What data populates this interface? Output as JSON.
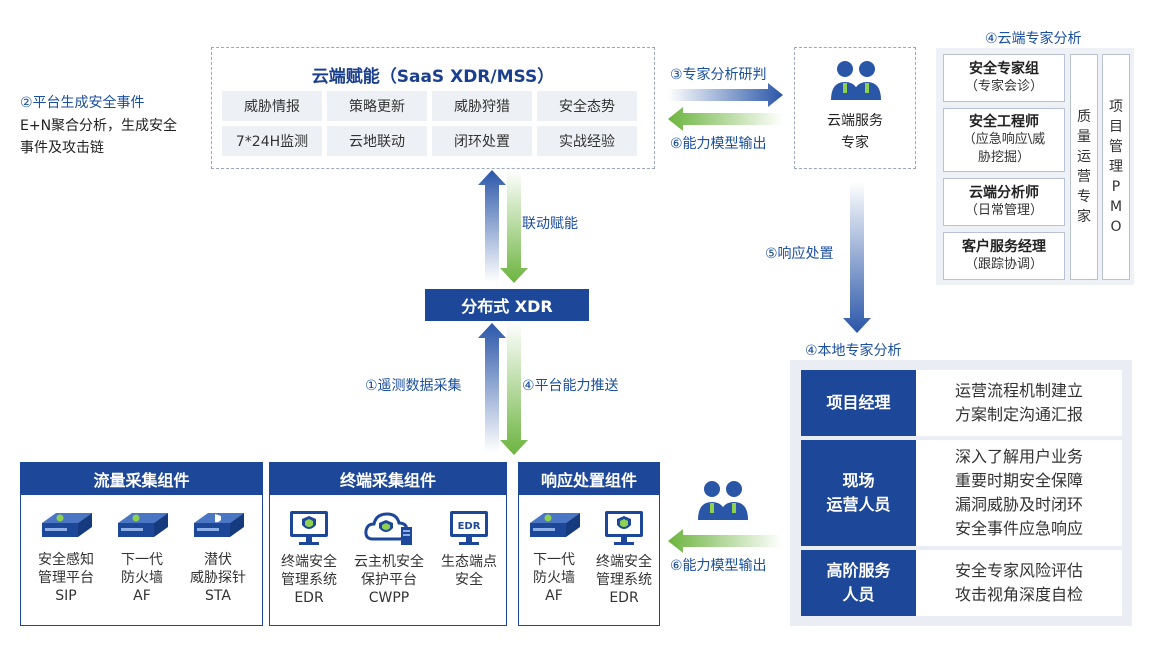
{
  "cloud": {
    "title": "云端赋能（SaaS XDR/MSS）",
    "cells": [
      "威胁情报",
      "策略更新",
      "威胁狩猎",
      "安全态势",
      "7*24H监测",
      "云地联动",
      "闭环处置",
      "实战经验"
    ]
  },
  "left_note": {
    "title": "②平台生成安全事件",
    "line1": "E+N聚合分析，生成安全",
    "line2": "事件及攻击链"
  },
  "arrows": {
    "expert_research": "③专家分析研判",
    "model_output_top": "⑥能力模型输出",
    "linkage": "联动赋能",
    "response": "⑤响应处置",
    "telemetry": "①遥测数据采集",
    "push": "④平台能力推送",
    "model_output_bottom": "⑥能力模型输出"
  },
  "cloud_expert": {
    "line1": "云端服务",
    "line2": "专家"
  },
  "cloud_analysis": {
    "title": "④云端专家分析",
    "items": [
      {
        "title": "安全专家组",
        "sub": "（专家会诊）"
      },
      {
        "title": "安全工程师",
        "sub": "（应急响应\\威",
        "sub2": "胁挖掘）"
      },
      {
        "title": "云端分析师",
        "sub": "（日常管理）"
      },
      {
        "title": "客户服务经理",
        "sub": "（跟踪协调）"
      }
    ],
    "quality": [
      "质",
      "量",
      "运",
      "营",
      "专",
      "家"
    ],
    "pmo": [
      "项",
      "目",
      "管",
      "理",
      "P",
      "M",
      "O"
    ]
  },
  "xdr": "分布式 XDR",
  "local": {
    "title": "④本地专家分析",
    "rows": [
      {
        "role": [
          "项目经理"
        ],
        "desc": [
          "运营流程机制建立",
          "方案制定沟通汇报"
        ]
      },
      {
        "role": [
          "现场",
          "运营人员"
        ],
        "desc": [
          "深入了解用户业务",
          "重要时期安全保障",
          "漏洞威胁及时闭环",
          "安全事件应急响应"
        ]
      },
      {
        "role": [
          "高阶服务",
          "人员"
        ],
        "desc": [
          "安全专家风险评估",
          "攻击视角深度自检"
        ]
      }
    ]
  },
  "components": [
    {
      "title": "流量采集组件",
      "devices": [
        {
          "icon": "appliance-icon",
          "lines": [
            "安全感知",
            "管理平台",
            "SIP"
          ]
        },
        {
          "icon": "appliance-icon",
          "lines": [
            "下一代",
            "防火墙",
            "AF"
          ]
        },
        {
          "icon": "appliance-icon",
          "lines": [
            "潜伏",
            "威胁探针",
            "STA"
          ]
        }
      ]
    },
    {
      "title": "终端采集组件",
      "devices": [
        {
          "icon": "monitor-shield-icon",
          "lines": [
            "终端安全",
            "管理系统",
            "EDR"
          ]
        },
        {
          "icon": "cloud-server-icon",
          "lines": [
            "云主机安全",
            "保护平台",
            "CWPP"
          ]
        },
        {
          "icon": "monitor-edr-icon",
          "lines": [
            "生态端点",
            "安全"
          ]
        }
      ]
    },
    {
      "title": "响应处置组件",
      "devices": [
        {
          "icon": "appliance-icon",
          "lines": [
            "下一代",
            "防火墙",
            "AF"
          ]
        },
        {
          "icon": "monitor-shield-icon",
          "lines": [
            "终端安全",
            "管理系统",
            "EDR"
          ]
        }
      ]
    }
  ],
  "colors": {
    "navy": "#1d4799",
    "green": "#6cb43f",
    "arrow_blue": "#3b63ad"
  }
}
